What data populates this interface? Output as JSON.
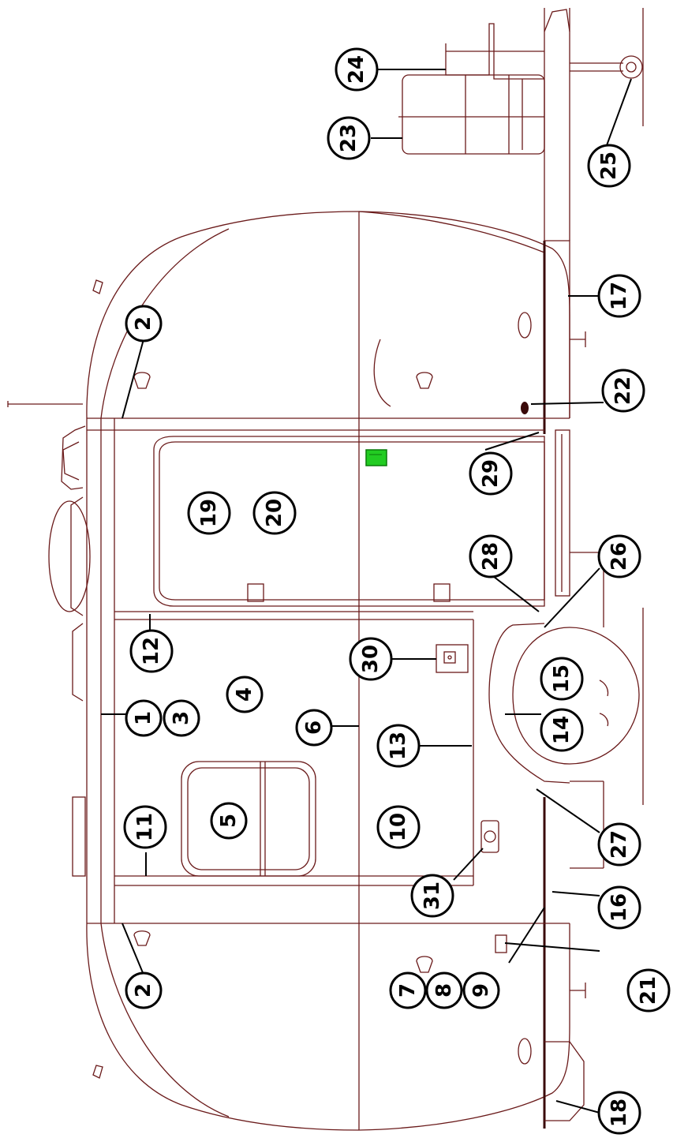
{
  "colors": {
    "outline": "#6a1a1a",
    "callout": "#000000",
    "indicator": "#22cc22"
  },
  "callouts": [
    {
      "id": "c2a",
      "label": "2"
    },
    {
      "id": "c2b",
      "label": "2"
    },
    {
      "id": "c1",
      "label": "1"
    },
    {
      "id": "c3",
      "label": "3"
    },
    {
      "id": "c4",
      "label": "4"
    },
    {
      "id": "c5",
      "label": "5"
    },
    {
      "id": "c6",
      "label": "6"
    },
    {
      "id": "c7",
      "label": "7"
    },
    {
      "id": "c8",
      "label": "8"
    },
    {
      "id": "c9",
      "label": "9"
    },
    {
      "id": "c10",
      "label": "10"
    },
    {
      "id": "c11",
      "label": "11"
    },
    {
      "id": "c12",
      "label": "12"
    },
    {
      "id": "c13",
      "label": "13"
    },
    {
      "id": "c14",
      "label": "14"
    },
    {
      "id": "c15",
      "label": "15"
    },
    {
      "id": "c16",
      "label": "16"
    },
    {
      "id": "c17",
      "label": "17"
    },
    {
      "id": "c18",
      "label": "18"
    },
    {
      "id": "c19",
      "label": "19"
    },
    {
      "id": "c20",
      "label": "20"
    },
    {
      "id": "c21",
      "label": "21"
    },
    {
      "id": "c22",
      "label": "22"
    },
    {
      "id": "c23",
      "label": "23"
    },
    {
      "id": "c24",
      "label": "24"
    },
    {
      "id": "c25",
      "label": "25"
    },
    {
      "id": "c26",
      "label": "26"
    },
    {
      "id": "c27",
      "label": "27"
    },
    {
      "id": "c28",
      "label": "28"
    },
    {
      "id": "c29",
      "label": "29"
    },
    {
      "id": "c30",
      "label": "30"
    },
    {
      "id": "c31",
      "label": "31"
    }
  ]
}
